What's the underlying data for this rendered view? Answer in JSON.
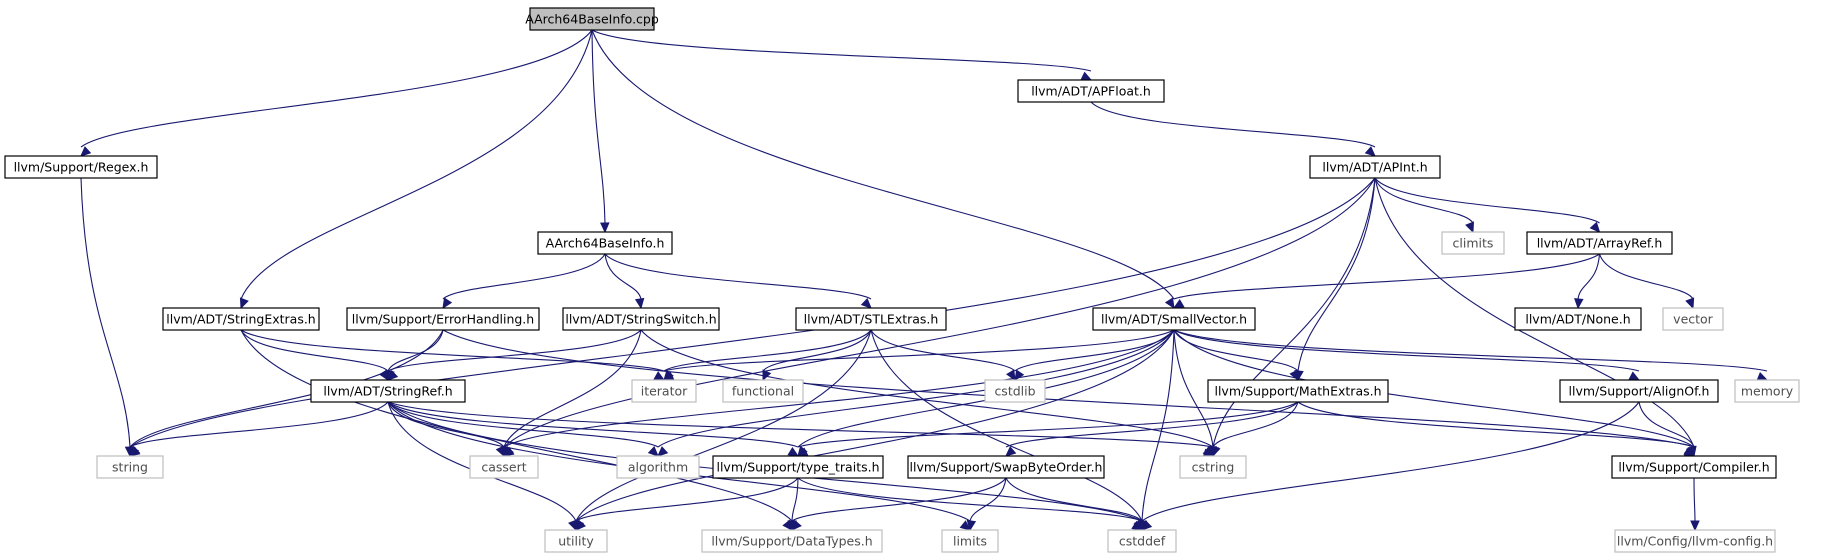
{
  "diagram": {
    "type": "include-dependency-graph",
    "colors": {
      "edge": "#191970",
      "root_fill": "#bfbfbf",
      "header_border": "#000000",
      "system_border": "#bfbfbf",
      "system_text": "#4d4d4d"
    },
    "nodes": [
      {
        "id": "root",
        "label": "AArch64BaseInfo.cpp",
        "kind": "root"
      },
      {
        "id": "regex",
        "label": "llvm/Support/Regex.h",
        "kind": "header"
      },
      {
        "id": "apfloat",
        "label": "llvm/ADT/APFloat.h",
        "kind": "header"
      },
      {
        "id": "apint",
        "label": "llvm/ADT/APInt.h",
        "kind": "header"
      },
      {
        "id": "basehdr",
        "label": "AArch64BaseInfo.h",
        "kind": "header"
      },
      {
        "id": "climits",
        "label": "climits",
        "kind": "system"
      },
      {
        "id": "arrayref",
        "label": "llvm/ADT/ArrayRef.h",
        "kind": "header"
      },
      {
        "id": "strext",
        "label": "llvm/ADT/StringExtras.h",
        "kind": "header"
      },
      {
        "id": "errh",
        "label": "llvm/Support/ErrorHandling.h",
        "kind": "header"
      },
      {
        "id": "strsw",
        "label": "llvm/ADT/StringSwitch.h",
        "kind": "header"
      },
      {
        "id": "stlext",
        "label": "llvm/ADT/STLExtras.h",
        "kind": "header"
      },
      {
        "id": "smallvec",
        "label": "llvm/ADT/SmallVector.h",
        "kind": "header"
      },
      {
        "id": "none",
        "label": "llvm/ADT/None.h",
        "kind": "header"
      },
      {
        "id": "vector",
        "label": "vector",
        "kind": "system"
      },
      {
        "id": "strref",
        "label": "llvm/ADT/StringRef.h",
        "kind": "header"
      },
      {
        "id": "iterator",
        "label": "iterator",
        "kind": "system"
      },
      {
        "id": "functional",
        "label": "functional",
        "kind": "system"
      },
      {
        "id": "cstdlib",
        "label": "cstdlib",
        "kind": "system"
      },
      {
        "id": "mathext",
        "label": "llvm/Support/MathExtras.h",
        "kind": "header"
      },
      {
        "id": "alignof",
        "label": "llvm/Support/AlignOf.h",
        "kind": "header"
      },
      {
        "id": "memory",
        "label": "memory",
        "kind": "system"
      },
      {
        "id": "string",
        "label": "string",
        "kind": "system"
      },
      {
        "id": "cassert",
        "label": "cassert",
        "kind": "system"
      },
      {
        "id": "algorithm",
        "label": "algorithm",
        "kind": "system"
      },
      {
        "id": "typetraits",
        "label": "llvm/Support/type_traits.h",
        "kind": "header"
      },
      {
        "id": "swapbyte",
        "label": "llvm/Support/SwapByteOrder.h",
        "kind": "header"
      },
      {
        "id": "cstring",
        "label": "cstring",
        "kind": "system"
      },
      {
        "id": "compiler",
        "label": "llvm/Support/Compiler.h",
        "kind": "header"
      },
      {
        "id": "utility",
        "label": "utility",
        "kind": "system"
      },
      {
        "id": "datatypes",
        "label": "llvm/Support/DataTypes.h",
        "kind": "system"
      },
      {
        "id": "limits",
        "label": "limits",
        "kind": "system"
      },
      {
        "id": "cstddef",
        "label": "cstddef",
        "kind": "system"
      },
      {
        "id": "llvmconfig",
        "label": "llvm/Config/llvm-config.h",
        "kind": "system"
      }
    ],
    "edges": [
      [
        "root",
        "regex"
      ],
      [
        "root",
        "strext"
      ],
      [
        "root",
        "basehdr"
      ],
      [
        "root",
        "smallvec"
      ],
      [
        "root",
        "apfloat"
      ],
      [
        "regex",
        "string"
      ],
      [
        "apfloat",
        "apint"
      ],
      [
        "apint",
        "string"
      ],
      [
        "apint",
        "cassert"
      ],
      [
        "apint",
        "climits"
      ],
      [
        "apint",
        "arrayref"
      ],
      [
        "apint",
        "mathext"
      ],
      [
        "apint",
        "cstring"
      ],
      [
        "apint",
        "compiler"
      ],
      [
        "arrayref",
        "smallvec"
      ],
      [
        "arrayref",
        "none"
      ],
      [
        "arrayref",
        "vector"
      ],
      [
        "basehdr",
        "errh"
      ],
      [
        "basehdr",
        "strsw"
      ],
      [
        "basehdr",
        "stlext"
      ],
      [
        "strext",
        "strref"
      ],
      [
        "strext",
        "iterator"
      ],
      [
        "strext",
        "datatypes"
      ],
      [
        "errh",
        "strref"
      ],
      [
        "errh",
        "string"
      ],
      [
        "errh",
        "compiler"
      ],
      [
        "strsw",
        "strref"
      ],
      [
        "strsw",
        "cassert"
      ],
      [
        "strsw",
        "cstring"
      ],
      [
        "stlext",
        "utility"
      ],
      [
        "stlext",
        "iterator"
      ],
      [
        "stlext",
        "functional"
      ],
      [
        "stlext",
        "cstdlib"
      ],
      [
        "stlext",
        "cstddef"
      ],
      [
        "smallvec",
        "iterator"
      ],
      [
        "smallvec",
        "cstdlib"
      ],
      [
        "smallvec",
        "cassert"
      ],
      [
        "smallvec",
        "algorithm"
      ],
      [
        "smallvec",
        "typetraits"
      ],
      [
        "smallvec",
        "mathext"
      ],
      [
        "smallvec",
        "cstring"
      ],
      [
        "smallvec",
        "alignof"
      ],
      [
        "smallvec",
        "memory"
      ],
      [
        "smallvec",
        "compiler"
      ],
      [
        "smallvec",
        "cstddef"
      ],
      [
        "smallvec",
        "utility"
      ],
      [
        "strref",
        "string"
      ],
      [
        "strref",
        "cassert"
      ],
      [
        "strref",
        "algorithm"
      ],
      [
        "strref",
        "typetraits"
      ],
      [
        "strref",
        "cstring"
      ],
      [
        "strref",
        "utility"
      ],
      [
        "strref",
        "limits"
      ],
      [
        "strref",
        "cstddef"
      ],
      [
        "mathext",
        "typetraits"
      ],
      [
        "mathext",
        "swapbyte"
      ],
      [
        "mathext",
        "cstring"
      ],
      [
        "mathext",
        "compiler"
      ],
      [
        "alignof",
        "compiler"
      ],
      [
        "alignof",
        "cstddef"
      ],
      [
        "typetraits",
        "utility"
      ],
      [
        "typetraits",
        "datatypes"
      ],
      [
        "typetraits",
        "cstddef"
      ],
      [
        "swapbyte",
        "datatypes"
      ],
      [
        "swapbyte",
        "limits"
      ],
      [
        "swapbyte",
        "cstddef"
      ],
      [
        "compiler",
        "llvmconfig"
      ]
    ]
  }
}
